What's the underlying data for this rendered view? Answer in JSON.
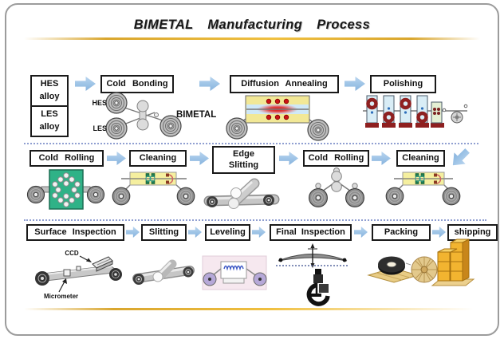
{
  "title": "BIMETAL Manufacturing Process",
  "flow": {
    "row1": {
      "inputs": [
        {
          "line1": "HES",
          "line2": "alloy"
        },
        {
          "line1": "LES",
          "line2": "alloy"
        }
      ],
      "steps": [
        "Cold Bonding",
        "Diffusion Annealing",
        "Polishing"
      ]
    },
    "row2": {
      "steps": [
        "Cold Rolling",
        "Cleaning",
        "Edge Slitting",
        "Cold Rolling",
        "Cleaning"
      ]
    },
    "row3": {
      "steps": [
        "Surface Inspection",
        "Slitting",
        "Leveling",
        "Final Inspection",
        "Packing",
        "shipping"
      ]
    }
  },
  "diagram_labels": {
    "hes_coil": "HES",
    "les_coil": "LES",
    "bimetal": "BIMETAL",
    "ccd": "CCD",
    "micrometer": "Micrometer"
  },
  "colors": {
    "arrow_blue": "#9dc3e6",
    "gold_accent": "#d9a62e",
    "box_border": "#1a1a1a",
    "separator_blue": "#7d8fc9",
    "furnace_yellow": "#f2e896",
    "furnace_heat_red": "#d92020",
    "mill_green": "#2fb287",
    "cleaning_yellow": "#f5ef9f",
    "polishing_station_blue": "#d9edf6",
    "polishing_base_red": "#8e1f1f",
    "leveling_pink": "#f6e8ef",
    "packing_tan": "#e3c98c",
    "shipping_box_orange": "#f2b430"
  }
}
